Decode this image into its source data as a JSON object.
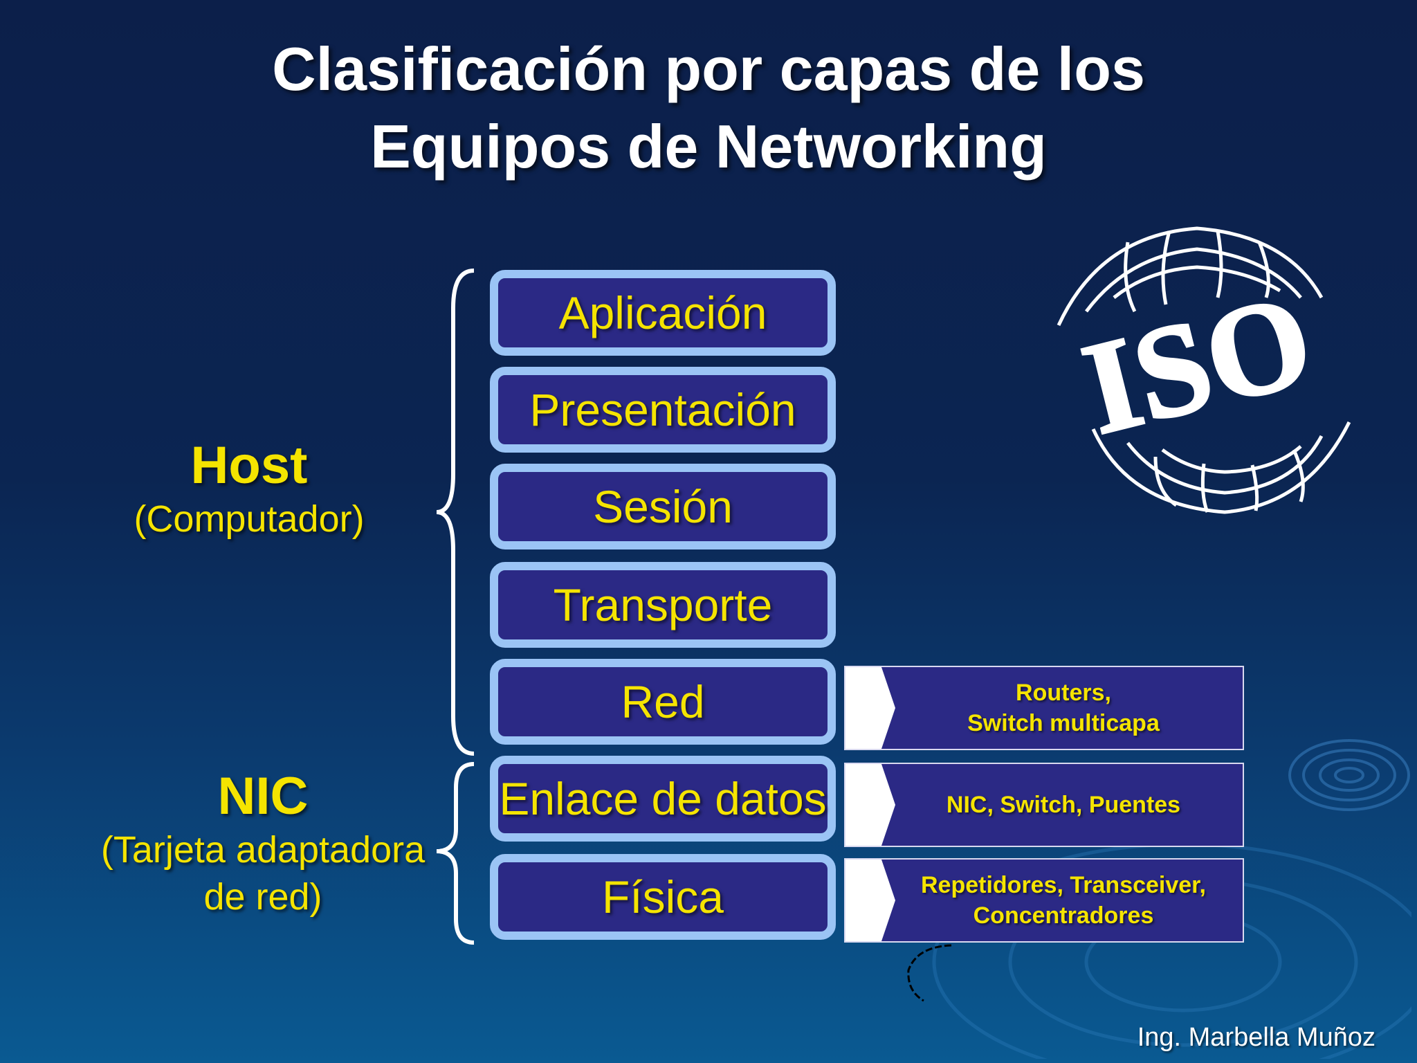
{
  "title": {
    "line1": "Clasificación por capas de los",
    "line2": "Equipos de Networking"
  },
  "host": {
    "label": "Host",
    "sublabel": "(Computador)"
  },
  "nic": {
    "label": "NIC",
    "sublabel_line1": "(Tarjeta adaptadora",
    "sublabel_line2": "de red)"
  },
  "layers": [
    "Aplicación",
    "Presentación",
    "Sesión",
    "Transporte",
    "Red",
    "Enlace de datos",
    "Física"
  ],
  "devices": {
    "red": {
      "line1": "Routers,",
      "line2": "Switch multicapa"
    },
    "enlace": {
      "line1": "NIC, Switch, Puentes"
    },
    "fisica": {
      "line1": "Repetidores, Transceiver,",
      "line2": "Concentradores"
    }
  },
  "logo_text": "ISO",
  "credit": "Ing. Marbella Muñoz",
  "colors": {
    "background_top": "#0c1f4a",
    "background_bottom": "#0a5a92",
    "layer_fill": "#2b2985",
    "layer_border": "#9bc4f5",
    "label_yellow": "#f5e400",
    "title_white": "#ffffff"
  }
}
